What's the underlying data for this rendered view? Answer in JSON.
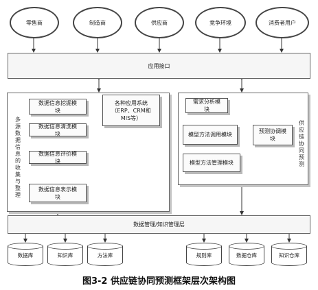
{
  "stakeholders": [
    "零售商",
    "制造商",
    "供应商",
    "竞争环境",
    "消费者用户"
  ],
  "application_interface": "应用接口",
  "left_panel": {
    "side_label": "多源数据信息的收集与整理",
    "modules": [
      "数据信息挖掘模块",
      "数据信息清洗模块",
      "数据信息评价模块",
      "数据信息表示模块"
    ],
    "systems_box": "各种应用系统（ERP、CRM和MIS等）"
  },
  "right_panel": {
    "side_label": "供应链协同预测",
    "modules": {
      "demand_analysis": "需求分析模块",
      "model_method_invoke": "模型方法调用模块",
      "model_method_manage": "模型方法管理模块",
      "collab_forecast": "预测协调模块"
    }
  },
  "management_layer": "数据管理/知识管理层",
  "databases": [
    "数据库",
    "知识库",
    "方法库",
    "规则库",
    "数据仓库",
    "知识仓库"
  ],
  "caption": "图3-2 供应链协同预测框架层次架构图"
}
